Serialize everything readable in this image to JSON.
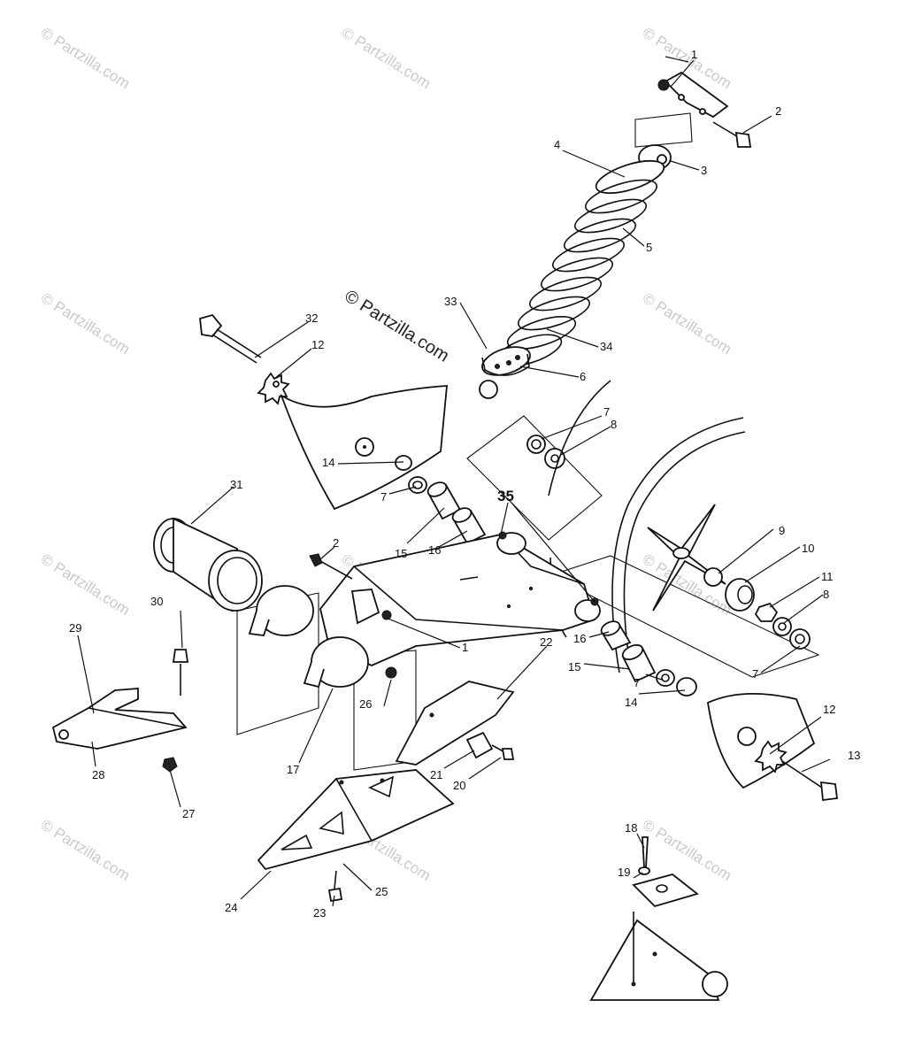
{
  "watermark": {
    "text": "© Partzilla.com",
    "center_text": "© Partzilla.com"
  },
  "callouts": {
    "c1a": "1",
    "c1b": "1",
    "c2a": "2",
    "c2b": "2",
    "c3": "3",
    "c4": "4",
    "c5": "5",
    "c6": "6",
    "c7a": "7",
    "c7b": "7",
    "c7c": "7",
    "c7d": "7",
    "c8a": "8",
    "c8b": "8",
    "c9": "9",
    "c10": "10",
    "c11": "11",
    "c12a": "12",
    "c12b": "12",
    "c13": "13",
    "c14a": "14",
    "c14b": "14",
    "c15a": "15",
    "c15b": "15",
    "c16a": "16",
    "c16b": "16",
    "c17": "17",
    "c18": "18",
    "c19": "19",
    "c20": "20",
    "c21": "21",
    "c22": "22",
    "c23": "23",
    "c24": "24",
    "c25": "25",
    "c26": "26",
    "c27": "27",
    "c28": "28",
    "c29": "29",
    "c30": "30",
    "c31": "31",
    "c32": "32",
    "c33": "33",
    "c34": "34",
    "c35": "35"
  }
}
